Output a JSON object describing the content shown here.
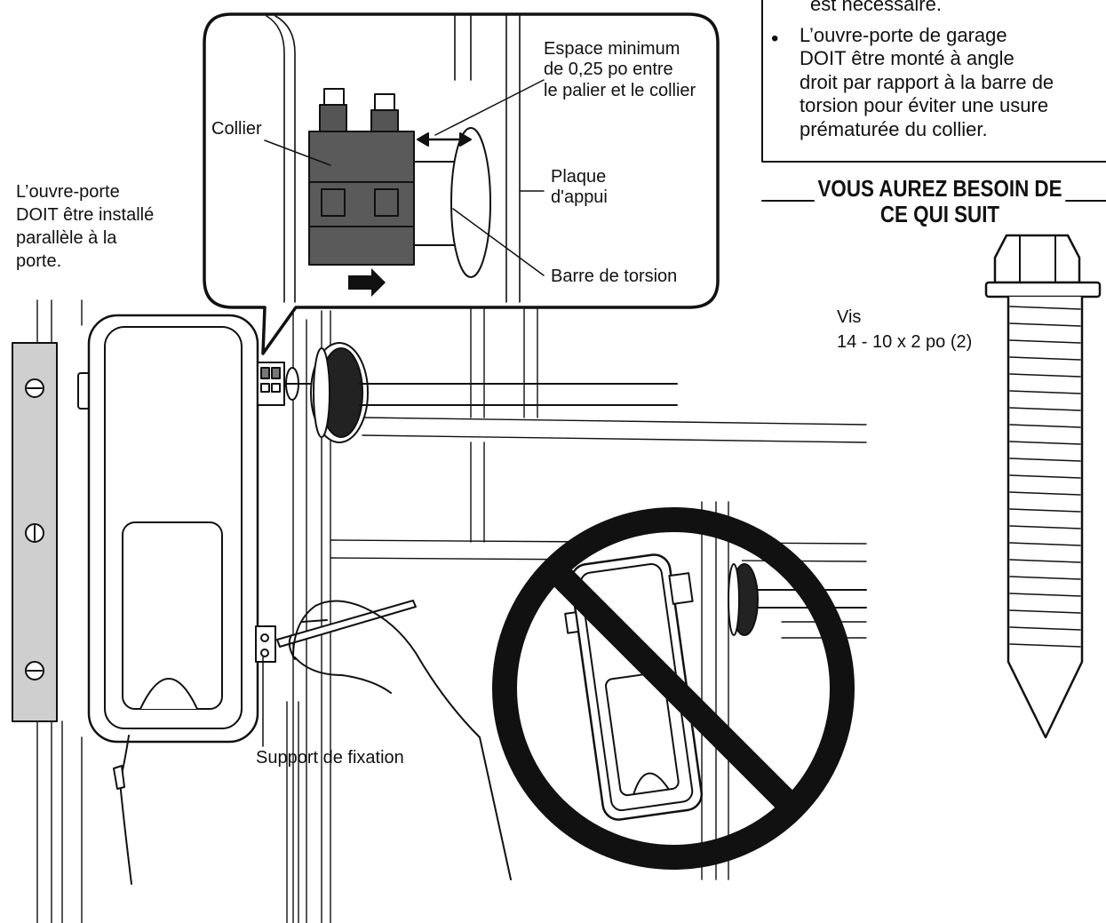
{
  "note_box": {
    "line_top": "est nécessaire.",
    "bullet_symbol": "•",
    "bullet_text": "L’ouvre-porte de garage\nDOIT être monté à angle\ndroit par rapport à la barre de\ntorsion pour éviter une usure\nprématurée du collier."
  },
  "section_heading": "VOUS AUREZ BESOIN\nDE CE QUI SUIT",
  "screw": {
    "name": "Vis",
    "spec": "14 - 10 x 2 po (2)"
  },
  "callout_labels": {
    "collar": "Collier",
    "min_space": "Espace minimum\nde 0,25 po entre\nle palier et le collier",
    "bearing_plate": "Plaque\nd'appui",
    "torsion_bar": "Barre de torsion"
  },
  "instruction": "L’ouvre-porte\nDOIT être installé\nparallèle à la\nporte.",
  "bracket_label": "Support de fixation",
  "colors": {
    "line": "#111111",
    "collar_fill": "#5a5a5a",
    "rail_fill": "#cfcfcf"
  }
}
